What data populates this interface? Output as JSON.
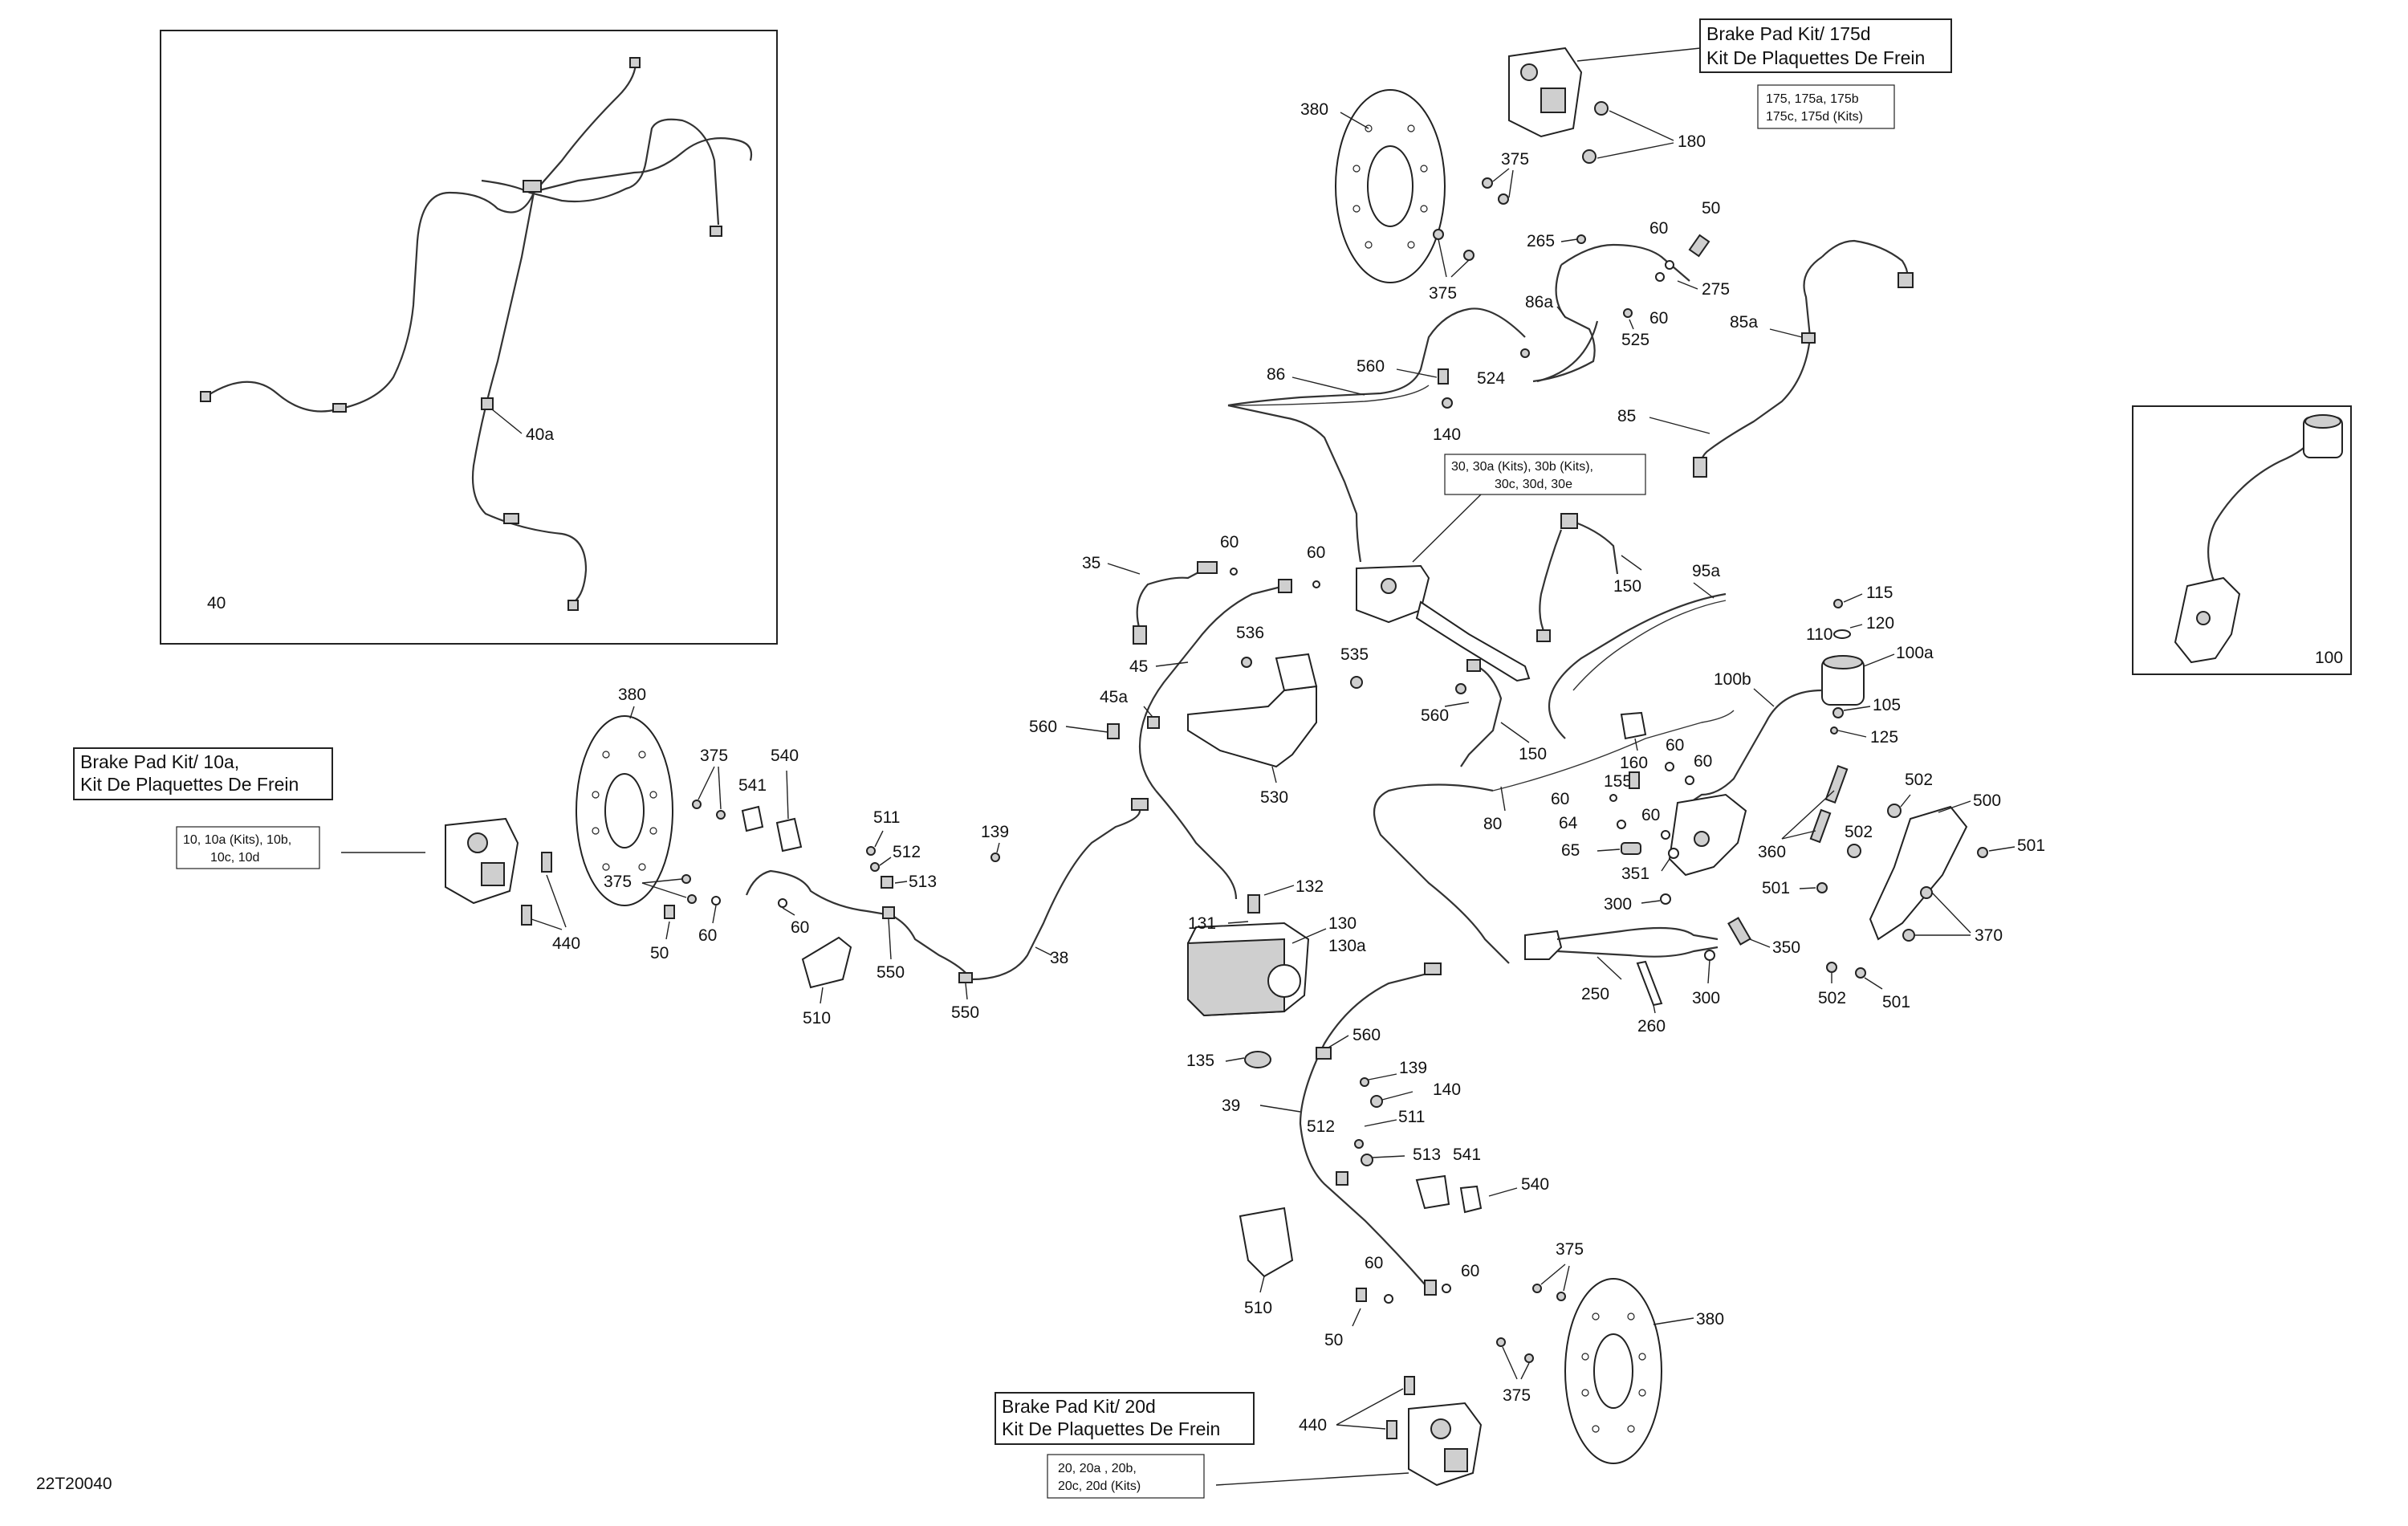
{
  "diagram_id": "22T20040",
  "inset_left": {
    "label": "40",
    "callout": "40a"
  },
  "inset_right": {
    "label": "100"
  },
  "kits": {
    "front_right": {
      "line1": "Brake Pad Kit/ 175d",
      "line2": "Kit De Plaquettes De Frein",
      "ref1": "175, 175a, 175b",
      "ref2": "175c, 175d (Kits)"
    },
    "front_left": {
      "line1": "Brake Pad Kit/ 10a,",
      "line2": "Kit De Plaquettes De Frein",
      "ref1": "10, 10a (Kits), 10b,",
      "ref2": "10c, 10d"
    },
    "rear": {
      "line1": "Brake Pad Kit/ 20d",
      "line2": "Kit De Plaquettes De Frein",
      "ref1": "20, 20a , 20b,",
      "ref2": "20c, 20d  (Kits)"
    },
    "master": {
      "ref1": "30, 30a (Kits), 30b (Kits),",
      "ref2": "30c, 30d, 30e"
    }
  },
  "callouts": {
    "c380a": "380",
    "c375a": "375",
    "c375b": "375",
    "c180": "180",
    "c265": "265",
    "c60a": "60",
    "c50a": "50",
    "c275": "275",
    "c60b": "60",
    "c86a": "86a",
    "c525": "525",
    "c524": "524",
    "c560a": "560",
    "c86": "86",
    "c140a": "140",
    "c85a": "85a",
    "c85": "85",
    "c35": "35",
    "c60c": "60",
    "c60d": "60",
    "c536": "536",
    "c45": "45",
    "c535": "535",
    "c150a": "150",
    "c95a": "95a",
    "c45a": "45a",
    "c560b": "560",
    "c530": "530",
    "c150b": "150",
    "c560c": "560",
    "c80": "80",
    "c115": "115",
    "c110": "110",
    "c120": "120",
    "c100a": "100a",
    "c100b": "100b",
    "c105": "105",
    "c125": "125",
    "c160": "160",
    "c60e": "60",
    "c60f": "60",
    "c155": "155",
    "c60g": "60",
    "c64": "64",
    "c60h": "60",
    "c65": "65",
    "c351": "351",
    "c300a": "300",
    "c360": "360",
    "c502a": "502",
    "c500": "500",
    "c501a": "501",
    "c501b": "501",
    "c370": "370",
    "c350": "350",
    "c502b": "502",
    "c501c": "501",
    "c250": "250",
    "c260": "260",
    "c300b": "300",
    "c380b": "380",
    "c375c": "375",
    "c540a": "540",
    "c541a": "541",
    "c375d": "375",
    "c440a": "440",
    "c50b": "50",
    "c60i": "60",
    "c60j": "60",
    "c511a": "511",
    "c512a": "512",
    "c513a": "513",
    "c139a": "139",
    "c550a": "550",
    "c550b": "550",
    "c510a": "510",
    "c38": "38",
    "c132": "132",
    "c131": "131",
    "c130": "130",
    "c130a": "130a",
    "c135": "135",
    "c560d": "560",
    "c139b": "139",
    "c140b": "140",
    "c39": "39",
    "c512b": "512",
    "c511b": "511",
    "c513b": "513",
    "c541b": "541",
    "c540b": "540",
    "c510b": "510",
    "c60k": "60",
    "c60l": "60",
    "c50c": "50",
    "c375e": "375",
    "c380c": "380",
    "c375f": "375",
    "c440b": "440"
  }
}
